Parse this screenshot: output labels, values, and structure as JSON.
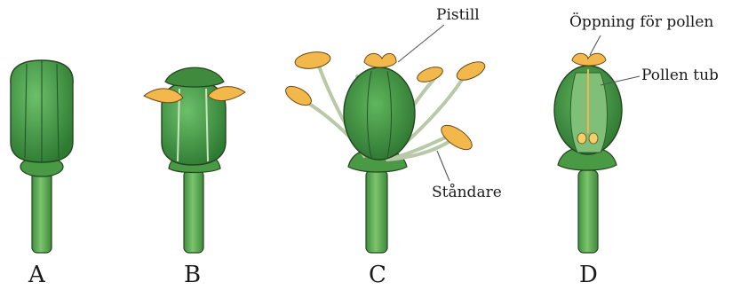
{
  "panels": [
    {
      "letter": "A"
    },
    {
      "letter": "B"
    },
    {
      "letter": "C"
    },
    {
      "letter": "D"
    }
  ],
  "callouts": {
    "pistil": "Pistill",
    "stamen": "Ståndare",
    "pollen_opening": "Öppning för pollen",
    "pollen_tube": "Pollen tub"
  },
  "colors": {
    "green_dark": "#2f7d32",
    "green_mid": "#43a047",
    "green_light": "#8bc98a",
    "stem": "#5fa957",
    "filament": "#b9c9a8",
    "anther": "#f2b84b",
    "outline": "#23461f"
  }
}
